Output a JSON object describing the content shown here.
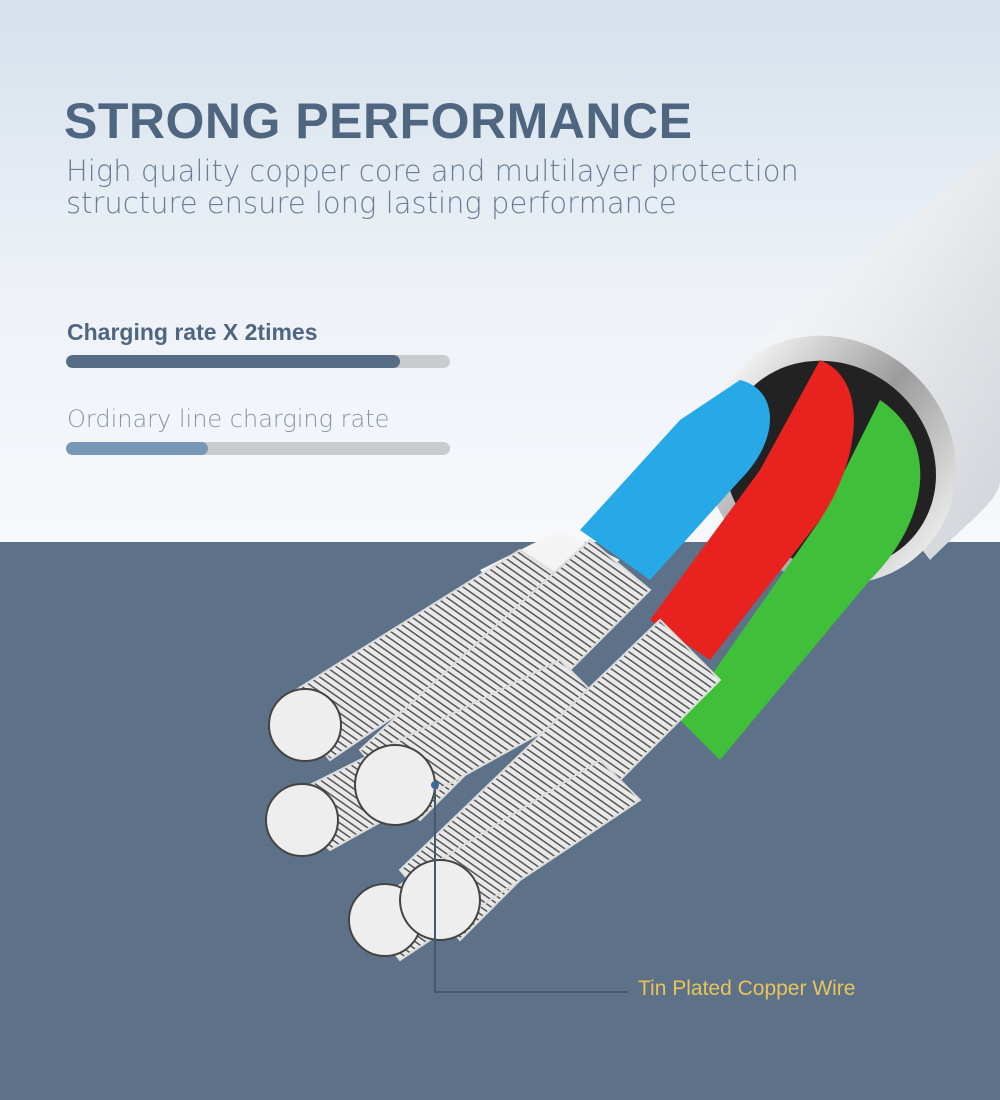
{
  "header": {
    "title": "STRONG PERFORMANCE",
    "subtitle_line1": "High quality copper core and multilayer protection",
    "subtitle_line2": "structure  ensure  long lasting performance"
  },
  "comparison": [
    {
      "label": "Charging rate X 2times",
      "progress_percent": 87,
      "color": "#566d86"
    },
    {
      "label": "Ordinary line charging rate",
      "progress_percent": 37,
      "color": "#7797b6"
    }
  ],
  "callout": {
    "label": "Tin Plated Copper Wire",
    "color": "#e8c55a"
  }
}
